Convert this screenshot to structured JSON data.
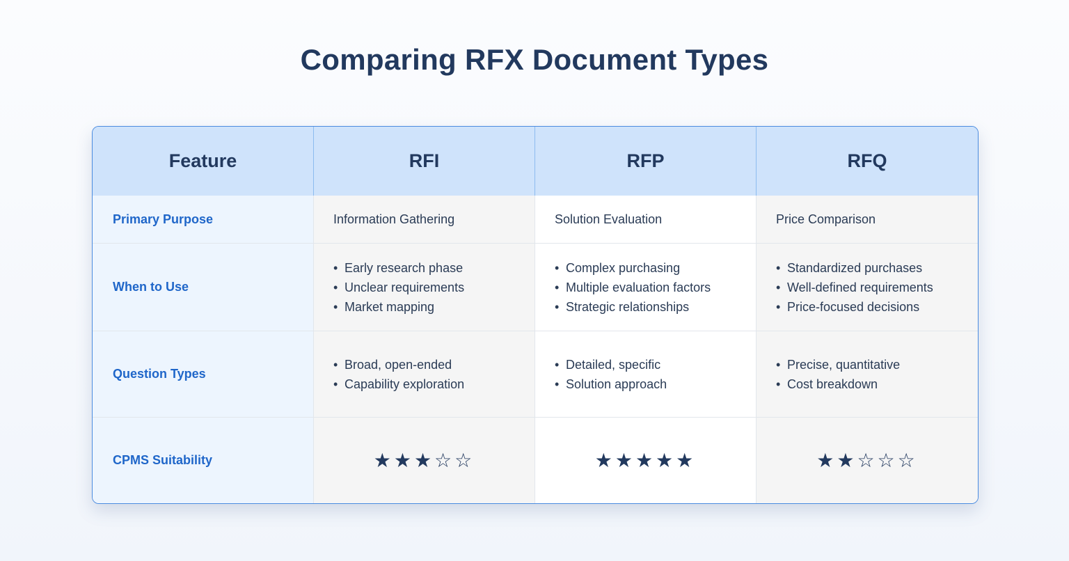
{
  "title": "Comparing RFX Document Types",
  "table": {
    "headers": [
      "Feature",
      "RFI",
      "RFP",
      "RFQ"
    ],
    "rows": [
      {
        "feature": "Primary Purpose",
        "rfi": "Information Gathering",
        "rfp": "Solution Evaluation",
        "rfq": "Price Comparison"
      },
      {
        "feature": "When to Use",
        "rfi": [
          "Early research phase",
          "Unclear requirements",
          "Market mapping"
        ],
        "rfp": [
          "Complex purchasing",
          "Multiple evaluation factors",
          "Strategic relationships"
        ],
        "rfq": [
          "Standardized purchases",
          "Well-defined requirements",
          "Price-focused decisions"
        ]
      },
      {
        "feature": "Question Types",
        "rfi": [
          "Broad, open-ended",
          "Capability exploration"
        ],
        "rfp": [
          "Detailed, specific",
          "Solution approach"
        ],
        "rfq": [
          "Precise, quantitative",
          "Cost breakdown"
        ]
      },
      {
        "feature": "CPMS Suitability",
        "rfi": "★★★☆☆",
        "rfp": "★★★★★",
        "rfq": "★★☆☆☆",
        "ratings": {
          "rfi": 3,
          "rfp": 5,
          "rfq": 2,
          "max": 5
        }
      }
    ]
  },
  "colors": {
    "title": "#22395e",
    "header_bg": "#cfe3fb",
    "feature_text": "#1f66c9",
    "border_accent": "#4a8be0"
  }
}
